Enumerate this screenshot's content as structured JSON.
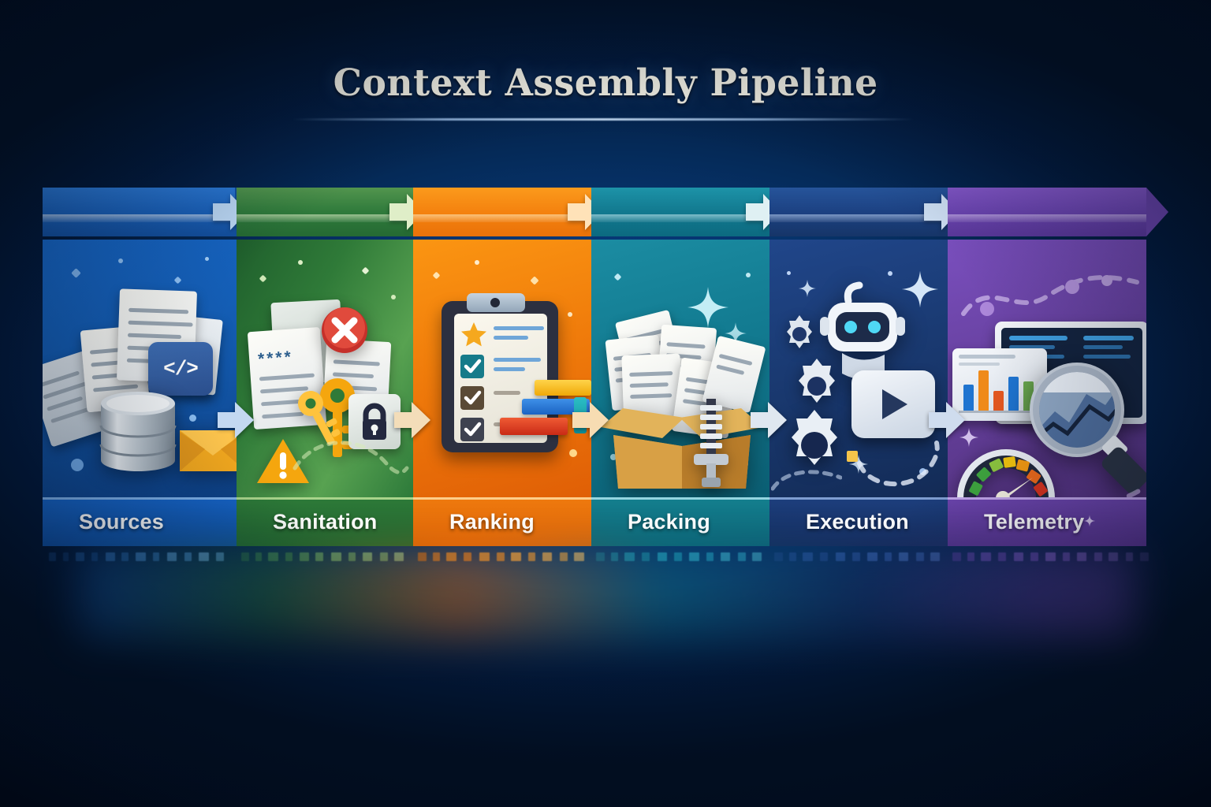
{
  "title": "Context Assembly Pipeline",
  "background": {
    "base_color": "#041430",
    "center_glow": "#0b4a95"
  },
  "pipeline": {
    "stage_count": 6,
    "flow_direction": "left-to-right",
    "stages": [
      {
        "index": 1,
        "label": "Sources",
        "color": "#1560c0",
        "color_dark": "#0d3f86",
        "color_light": "#2a79da",
        "band_color": "#1e6ed2",
        "icons": [
          "document-icon",
          "document-icon",
          "document-icon",
          "code-icon",
          "database-icon",
          "envelope-icon"
        ],
        "code_glyph": "</>"
      },
      {
        "index": 2,
        "label": "Sanitation",
        "color": "#2c7a35",
        "color_dark": "#1d5a28",
        "color_light": "#6aa84f",
        "band_color": "#3f8a45",
        "icons": [
          "document-icon",
          "redacted-document-icon",
          "error-circle-icon",
          "key-icon",
          "key-icon",
          "lock-icon",
          "warning-triangle-icon"
        ],
        "masked_text": "****"
      },
      {
        "index": 3,
        "label": "Ranking",
        "color": "#ef7310",
        "color_dark": "#dd5a06",
        "color_light": "#fb971f",
        "band_color": "#f6871a",
        "icons": [
          "clipboard-icon",
          "star-icon",
          "checkbox-checked-icon",
          "checkbox-checked-icon",
          "checkbox-checked-icon",
          "bar-chart-icon"
        ],
        "bar_colors": [
          "#f2b50d",
          "#1f74d0",
          "#d8351f",
          "#17a0a8"
        ]
      },
      {
        "index": 4,
        "label": "Packing",
        "color": "#10788e",
        "color_dark": "#0b5b70",
        "color_light": "#1b94a8",
        "band_color": "#168da4",
        "icons": [
          "box-open-icon",
          "document-icon",
          "document-icon",
          "document-icon",
          "document-icon",
          "document-icon",
          "zipper-icon",
          "sparkle-icon"
        ]
      },
      {
        "index": 5,
        "label": "Execution",
        "color": "#1b3a74",
        "color_dark": "#122a57",
        "color_light": "#27508f",
        "band_color": "#1f4584",
        "icons": [
          "robot-icon",
          "gear-icon",
          "gear-icon",
          "gear-icon",
          "play-button-icon",
          "sparkle-icon",
          "dashed-path-icon"
        ],
        "robot_eye_color": "#4fd8f5"
      },
      {
        "index": 6,
        "label": "Telemetry",
        "color": "#6a43ad",
        "color_dark": "#4f2f8c",
        "color_light": "#8a5fd0",
        "band_color": "#7b4fbe",
        "icons": [
          "dashboard-screen-icon",
          "bar-chart-icon",
          "magnifier-icon",
          "line-chart-icon",
          "gauge-icon",
          "dashed-path-icon",
          "sparkle-icon"
        ],
        "gauge_segments": [
          "#3fa63f",
          "#8dc63f",
          "#f2c40d",
          "#f59b12",
          "#ef6a1a",
          "#d8331f"
        ],
        "bar_colors": [
          "#1f74d0",
          "#ef8a1a",
          "#e2561f",
          "#1f74d0",
          "#6aa84f"
        ]
      }
    ]
  }
}
